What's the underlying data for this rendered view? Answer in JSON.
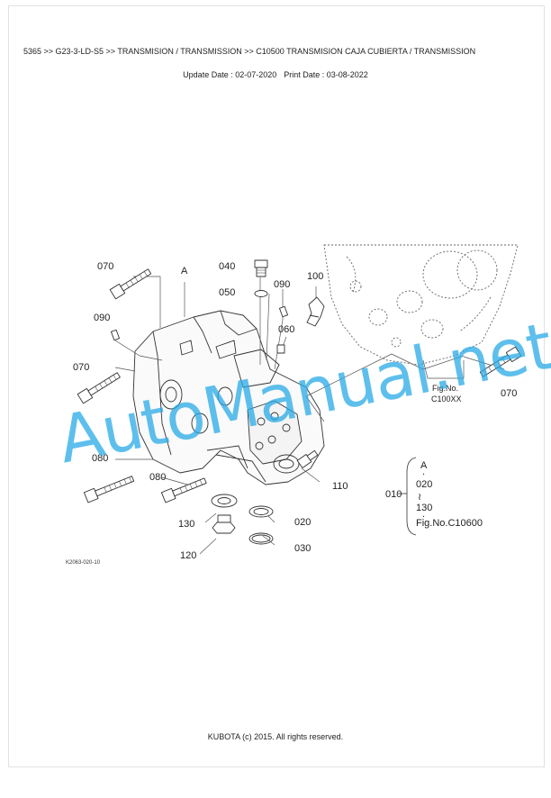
{
  "header": {
    "breadcrumb": "5365 >> G23-3-LD-S5 >> TRANSMISION / TRANSMISSION >> C10500   TRANSMISION CAJA CUBIERTA / TRANSMISSION",
    "update_date": "Update Date : 02-07-2020",
    "print_date": "Print Date : 03-08-2022"
  },
  "diagram": {
    "callouts": {
      "c070a": "070",
      "c040": "040",
      "c090a": "090",
      "c100": "100",
      "c050": "050",
      "c090b": "090",
      "c060": "060",
      "c070b": "070",
      "c070c": "070",
      "c080a": "080",
      "c080b": "080",
      "c110": "110",
      "c130": "130",
      "c020": "020",
      "c120": "120",
      "c030": "030",
      "c010": "010",
      "marker_a": "A"
    },
    "fig_ref_top": "Fig.No.",
    "fig_ref_bottom": "C100XX",
    "bracket": {
      "top": "A",
      "dot1": ".",
      "start": "020",
      "tilde": "≀",
      "end": "130",
      "dot2": ".",
      "fig": "Fig.No.C10600"
    },
    "figure_code": "K2063-020-10"
  },
  "watermark": "AutoManual.net",
  "footer": {
    "copyright": "KUBOTA (c) 2015. All rights reserved."
  }
}
